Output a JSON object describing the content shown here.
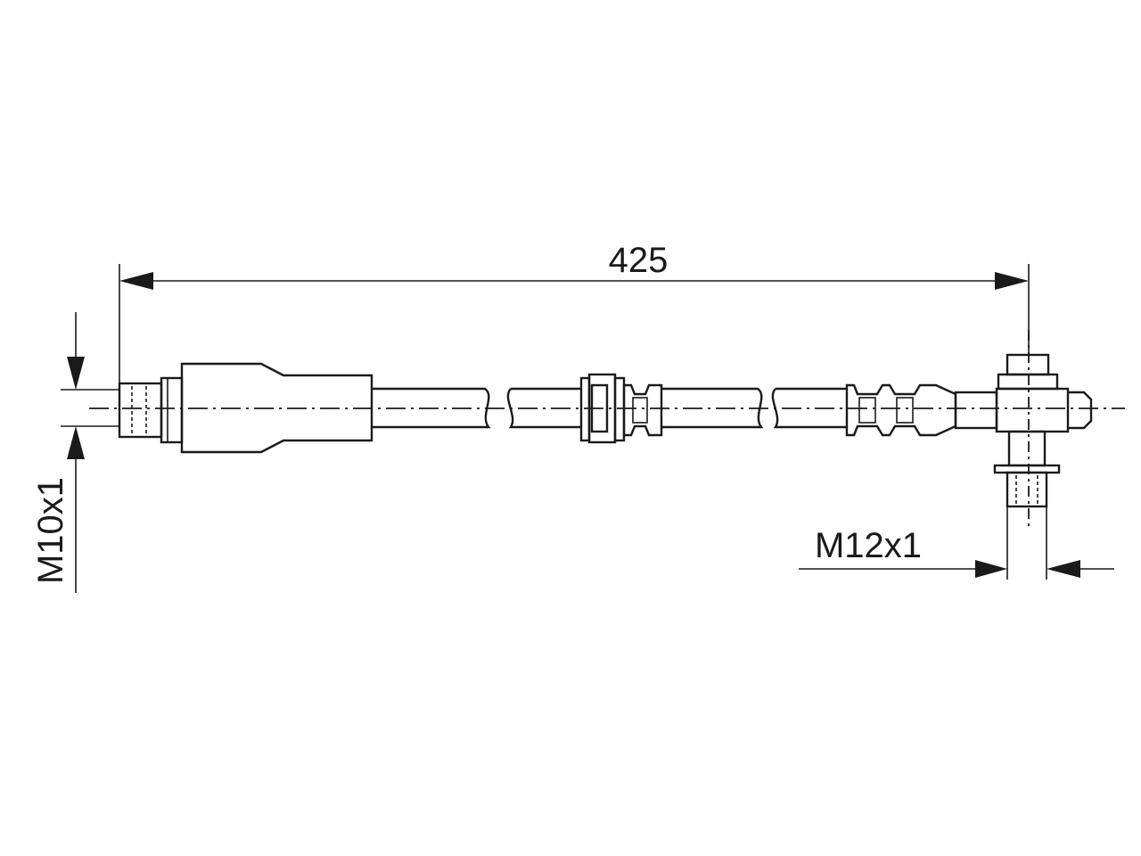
{
  "dimensions": {
    "overall_length": "425",
    "left_thread": "M10x1",
    "right_thread": "M12x1"
  },
  "colors": {
    "line": "#1a1a1a",
    "background": "#ffffff"
  }
}
